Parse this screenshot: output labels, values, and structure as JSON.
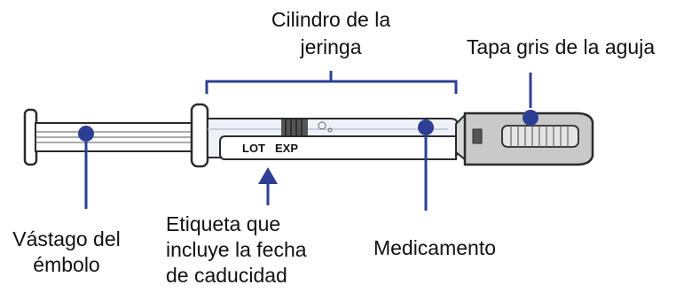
{
  "diagram": {
    "labels": {
      "barrel": [
        "Cilindro de la",
        "jeringa"
      ],
      "needle_cap": [
        "Tapa gris de la aguja"
      ],
      "plunger_rod": [
        "Vástago del",
        "émbolo"
      ],
      "label": [
        "Etiqueta que",
        "incluye la fecha",
        "de caducidad"
      ],
      "medicine": [
        "Medicamento"
      ]
    },
    "syringe_label": {
      "lot": "LOT",
      "exp": "EXP"
    },
    "colors": {
      "callout": "#2d3f94",
      "outline": "#2a2a2a",
      "cap_fill": "#c9c9c9",
      "barrel_fill": "#eef2f8"
    }
  }
}
